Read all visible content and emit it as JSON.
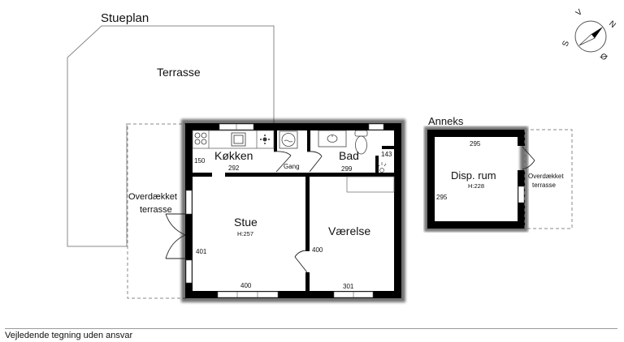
{
  "title": "Stueplan",
  "compass": {
    "north": "N",
    "east": "Ø",
    "south": "S",
    "west": "V"
  },
  "main_plan": {
    "terrace": {
      "label": "Terrasse"
    },
    "covered_terrace": {
      "label_line1": "Overdækket",
      "label_line2": "terrasse"
    },
    "rooms": {
      "kitchen": {
        "name": "Køkken",
        "dim_width": "292",
        "dim_depth": "150"
      },
      "hall": {
        "name": "Gang"
      },
      "bath": {
        "name": "Bad",
        "dim_width": "299",
        "dim_depth": "143"
      },
      "living": {
        "name": "Stue",
        "height": "H:257",
        "dim_width": "400",
        "dim_depth": "401"
      },
      "bedroom": {
        "name": "Værelse",
        "dim_width": "301",
        "dim_depth": "400"
      }
    }
  },
  "annex": {
    "title": "Anneks",
    "room": {
      "name": "Disp. rum",
      "height": "H:228",
      "dim_width": "295",
      "dim_depth": "295"
    },
    "covered_terrace": {
      "label_line1": "Overdækket",
      "label_line2": "terrasse"
    }
  },
  "footer": {
    "disclaimer": "Vejledende tegning uden ansvar"
  },
  "colors": {
    "wall": "#000000",
    "outline": "#8a8a8a",
    "dashed": "#8a8a8a",
    "background": "#ffffff"
  }
}
